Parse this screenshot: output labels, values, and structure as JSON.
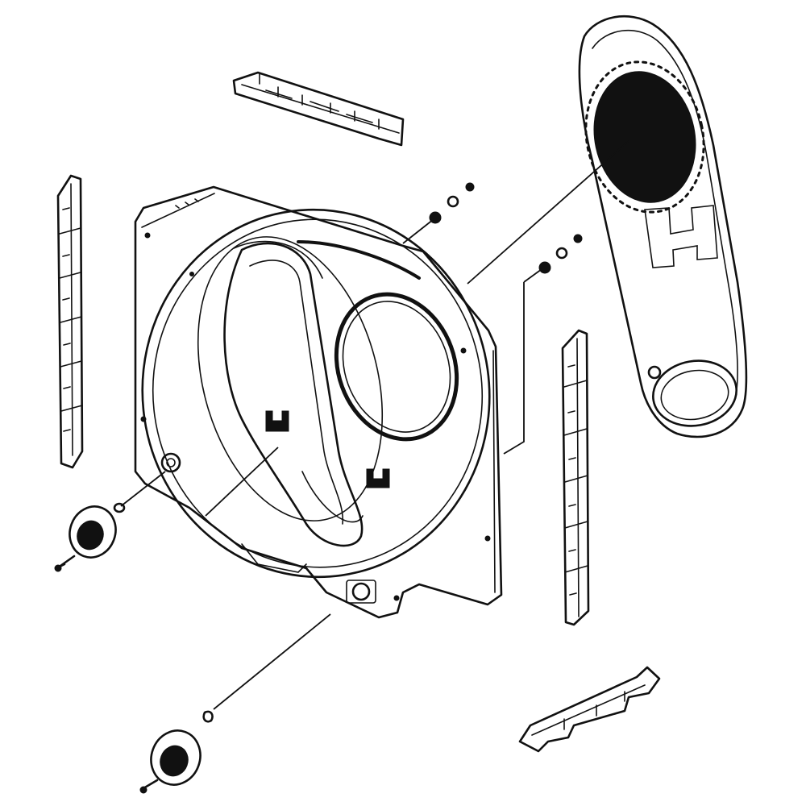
{
  "diagram": {
    "kind": "exploded-parts-diagram",
    "colors": {
      "ink": "#111111",
      "paper": "#ffffff"
    },
    "parts": [
      "bulkhead-panel",
      "drum-opening-seal",
      "exhaust-duct-cover",
      "blower-housing-seal",
      "upper-baffle-strip",
      "left-vertical-baffle",
      "right-vertical-baffle",
      "lower-baffle-strip",
      "rear-blower-housing",
      "upper-roller-assembly",
      "lower-roller-assembly",
      "mounting-screws"
    ]
  }
}
